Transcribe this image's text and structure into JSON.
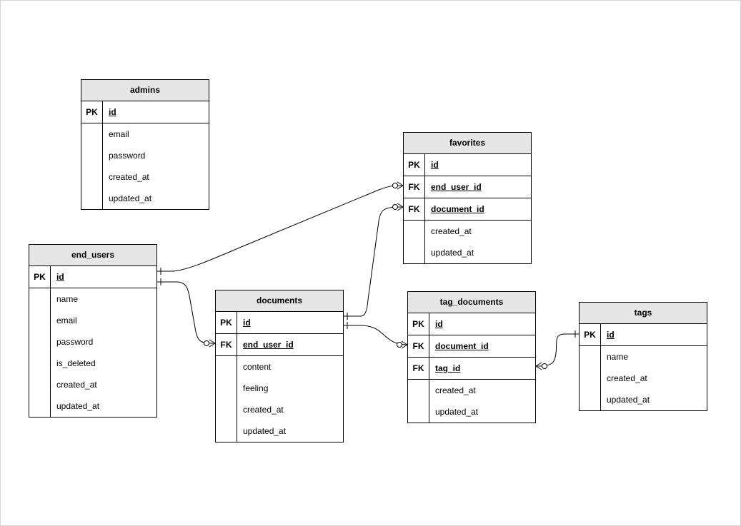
{
  "entities": {
    "admins": {
      "name": "admins",
      "keys": [
        {
          "k": "PK",
          "f": "id"
        }
      ],
      "attrs": [
        "email",
        "password",
        "created_at",
        "updated_at"
      ]
    },
    "favorites": {
      "name": "favorites",
      "keys": [
        {
          "k": "PK",
          "f": "id"
        },
        {
          "k": "FK",
          "f": "end_user_id"
        },
        {
          "k": "FK",
          "f": "document_id"
        }
      ],
      "attrs": [
        "created_at",
        "updated_at"
      ]
    },
    "end_users": {
      "name": "end_users",
      "keys": [
        {
          "k": "PK",
          "f": "id"
        }
      ],
      "attrs": [
        "name",
        "email",
        "password",
        "is_deleted",
        "created_at",
        "updated_at"
      ]
    },
    "documents": {
      "name": "documents",
      "keys": [
        {
          "k": "PK",
          "f": "id"
        },
        {
          "k": "FK",
          "f": "end_user_id"
        }
      ],
      "attrs": [
        "content",
        "feeling",
        "created_at",
        "updated_at"
      ]
    },
    "tag_documents": {
      "name": "tag_documents",
      "keys": [
        {
          "k": "PK",
          "f": "id"
        },
        {
          "k": "FK",
          "f": "document_id"
        },
        {
          "k": "FK",
          "f": "tag_id"
        }
      ],
      "attrs": [
        "created_at",
        "updated_at"
      ]
    },
    "tags": {
      "name": "tags",
      "keys": [
        {
          "k": "PK",
          "f": "id"
        }
      ],
      "attrs": [
        "name",
        "created_at",
        "updated_at"
      ]
    }
  },
  "relationships": [
    {
      "from": "end_users.id",
      "to": "favorites.end_user_id",
      "cardinality": "one-to-zero-or-many"
    },
    {
      "from": "end_users.id",
      "to": "documents.end_user_id",
      "cardinality": "one-to-zero-or-many"
    },
    {
      "from": "documents.id",
      "to": "favorites.document_id",
      "cardinality": "one-to-zero-or-many"
    },
    {
      "from": "documents.id",
      "to": "tag_documents.document_id",
      "cardinality": "one-to-zero-or-many"
    },
    {
      "from": "tags.id",
      "to": "tag_documents.tag_id",
      "cardinality": "one-to-zero-or-many"
    }
  ]
}
